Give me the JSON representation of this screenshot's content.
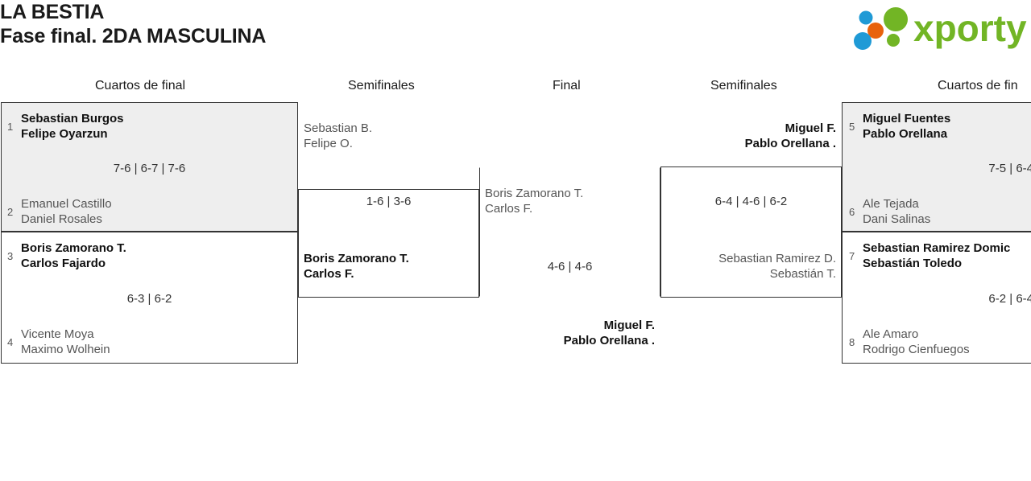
{
  "header": {
    "tournament_name": "LA BESTIA",
    "phase": "Fase final. 2DA MASCULINA",
    "logo_text": "xporty",
    "logo_colors": {
      "green": "#72b525",
      "blue": "#1f9ad6",
      "orange": "#e8620c"
    }
  },
  "rounds": [
    {
      "id": "qf-left",
      "label": "Cuartos de final"
    },
    {
      "id": "sf-left",
      "label": "Semifinales"
    },
    {
      "id": "final",
      "label": "Final"
    },
    {
      "id": "sf-right",
      "label": "Semifinales"
    },
    {
      "id": "qf-right",
      "label": "Cuartos de fin"
    }
  ],
  "matches": {
    "qf1": {
      "seed_top": "1",
      "top_p1": "Sebastian Burgos",
      "top_p2": "Felipe Oyarzun",
      "score": "7-6 | 6-7 | 7-6",
      "seed_bottom": "2",
      "bottom_p1": "Emanuel Castillo",
      "bottom_p2": "Daniel Rosales"
    },
    "qf2": {
      "seed_top": "3",
      "top_p1": "Boris Zamorano T.",
      "top_p2": "Carlos Fajardo",
      "score": "6-3 | 6-2",
      "seed_bottom": "4",
      "bottom_p1": "Vicente Moya",
      "bottom_p2": "Maximo Wolhein"
    },
    "qf3": {
      "seed_top": "5",
      "top_p1": "Miguel Fuentes",
      "top_p2": "Pablo Orellana",
      "score": "7-5 | 6-4",
      "seed_bottom": "6",
      "bottom_p1": "Ale Tejada",
      "bottom_p2": "Dani Salinas"
    },
    "qf4": {
      "seed_top": "7",
      "top_p1": "Sebastian Ramirez Domic",
      "top_p2": "Sebastián Toledo",
      "score": "6-2 | 6-4",
      "seed_bottom": "8",
      "bottom_p1": "Ale Amaro",
      "bottom_p2": "Rodrigo Cienfuegos"
    },
    "sf1": {
      "top_p1": "Sebastian B.",
      "top_p2": "Felipe O.",
      "score": "1-6 | 3-6",
      "bottom_p1": "Boris Zamorano T.",
      "bottom_p2": "Carlos F."
    },
    "sf2": {
      "top_p1": "Miguel F.",
      "top_p2": "Pablo Orellana .",
      "score": "6-4 | 4-6 | 6-2",
      "bottom_p1": "Sebastian Ramirez D.",
      "bottom_p2": "Sebastián T."
    },
    "final": {
      "top_p1": "Boris Zamorano T.",
      "top_p2": "Carlos F.",
      "score": "4-6 | 4-6",
      "bottom_p1": "Miguel F.",
      "bottom_p2": "Pablo Orellana ."
    }
  }
}
